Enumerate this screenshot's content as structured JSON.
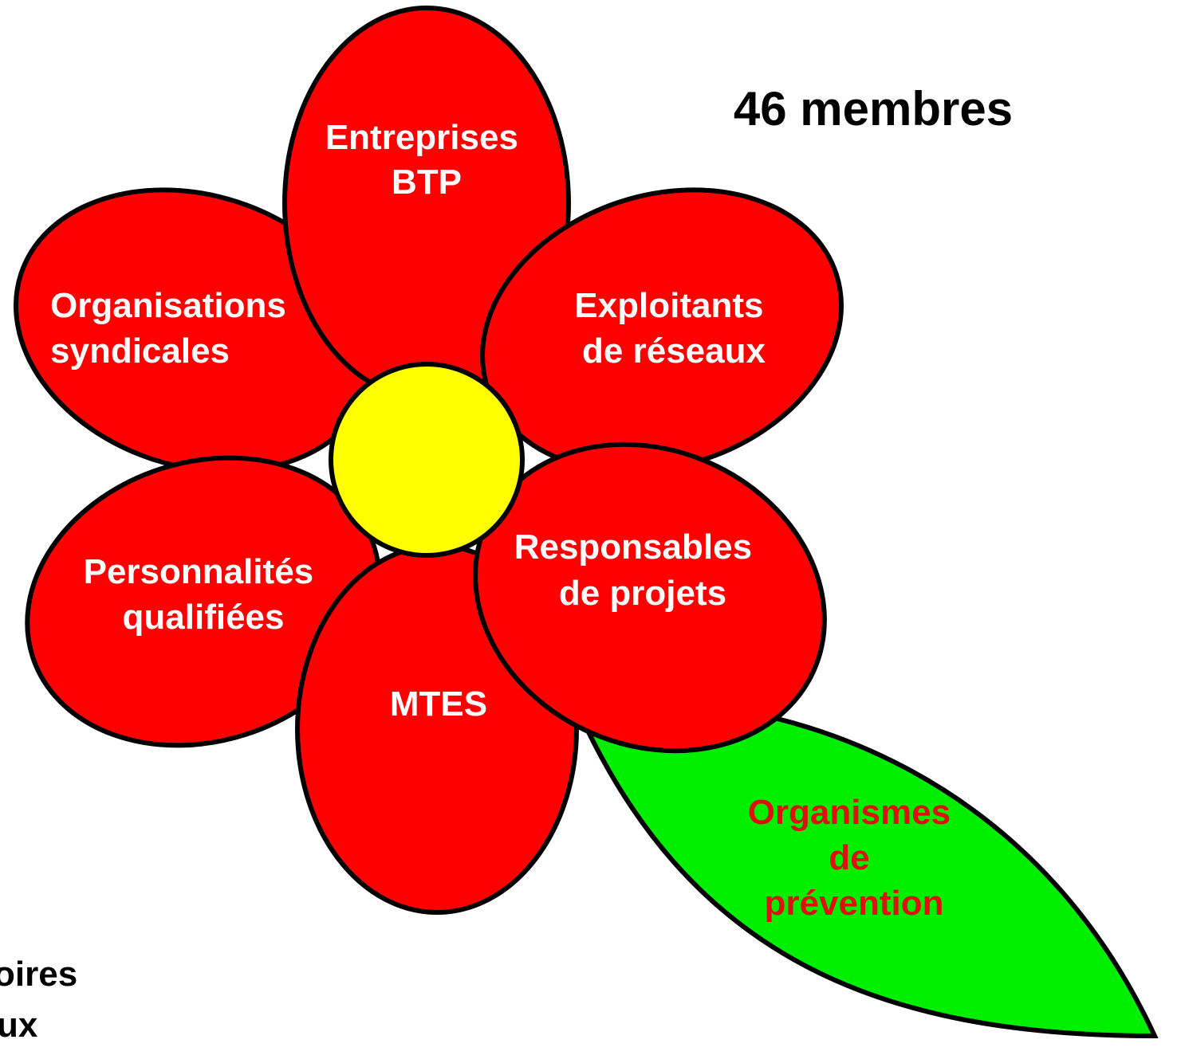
{
  "diagram": {
    "member_count": "46 membres",
    "petals": [
      {
        "id": "entreprises-btp",
        "lines": [
          "Entreprises",
          "BTP"
        ]
      },
      {
        "id": "organisations-syndicales",
        "lines": [
          "Organisations",
          "syndicales"
        ]
      },
      {
        "id": "exploitants-reseaux",
        "lines": [
          "Exploitants",
          "de réseaux"
        ]
      },
      {
        "id": "personnalites-qualifiees",
        "lines": [
          "Personnalités",
          "qualifiées"
        ]
      },
      {
        "id": "mtes",
        "lines": [
          "MTES"
        ]
      },
      {
        "id": "responsables-projets",
        "lines": [
          "Responsables",
          "de projets"
        ]
      }
    ],
    "leaf": {
      "lines": [
        "Organismes",
        "de",
        "prévention"
      ]
    },
    "partial_text": [
      "oires",
      "ux"
    ]
  },
  "colors": {
    "petal": "#ff0000",
    "center": "#ffff00",
    "leaf": "#00ee00",
    "leaf_text": "#e01010",
    "petal_text": "#ffffff",
    "outline": "#000000"
  }
}
